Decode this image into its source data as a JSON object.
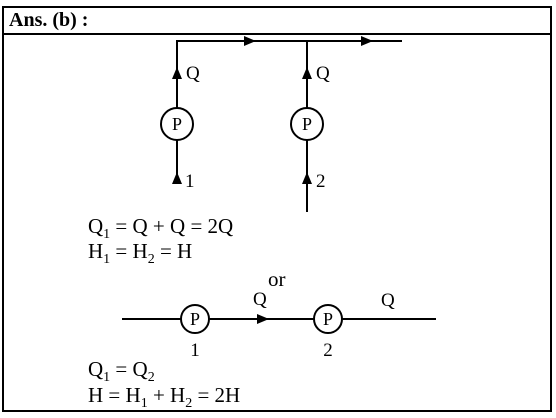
{
  "header": {
    "title": "Ans. (b) :"
  },
  "parallel": {
    "flow_top_left": "Q",
    "flow_top_right": "Q",
    "pump_left": "P",
    "pump_right": "P",
    "index_left": "1",
    "index_right": "2",
    "eq1_prefix": "Q",
    "eq1_sub": "1",
    "eq1_rest": " = Q + Q = 2Q",
    "eq2_a": "H",
    "eq2_a_sub": "1",
    "eq2_mid": " = H",
    "eq2_b_sub": "2",
    "eq2_rest": " = H"
  },
  "separator": "or",
  "series": {
    "flow_mid": "Q",
    "flow_out": "Q",
    "pump_left": "P",
    "pump_right": "P",
    "index_left": "1",
    "index_right": "2",
    "eq1_a": "Q",
    "eq1_a_sub": "1",
    "eq1_mid": " = Q",
    "eq1_b_sub": "2",
    "eq2_prefix": "H = H",
    "eq2_sub1": "1",
    "eq2_mid": " + H",
    "eq2_sub2": "2",
    "eq2_rest": " = 2H"
  }
}
